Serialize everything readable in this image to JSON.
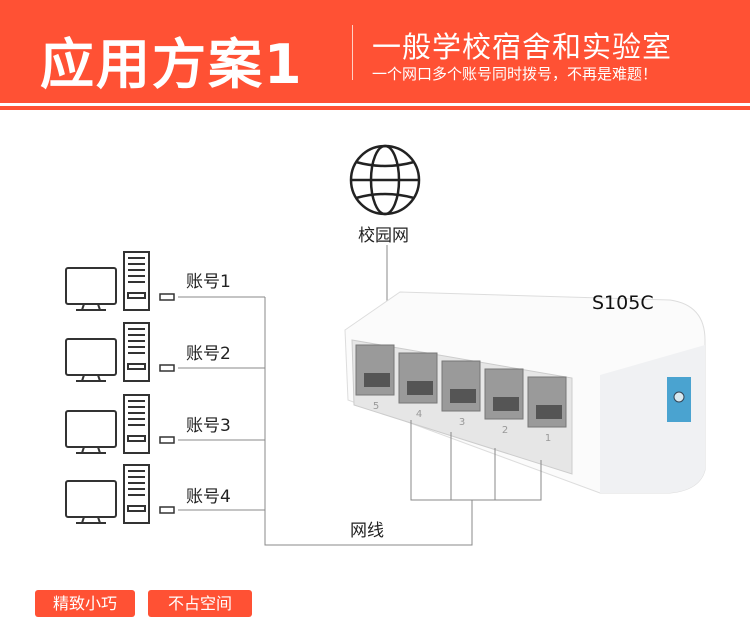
{
  "header": {
    "title": "应用方案1",
    "subtitle": "一般学校宿舍和实验室",
    "tagline": "一个网口多个账号同时拨号，不再是难题！"
  },
  "diagram": {
    "network_label": "校园网",
    "model": "S105C",
    "cable_label": "网线",
    "accounts": [
      "账号1",
      "账号2",
      "账号3",
      "账号4"
    ],
    "port_numbers": [
      "5",
      "4",
      "3",
      "2",
      "1"
    ]
  },
  "tags": [
    "精致小巧",
    "不占空间"
  ],
  "colors": {
    "accent": "#ff5134",
    "jack": "#4aa3d0"
  }
}
